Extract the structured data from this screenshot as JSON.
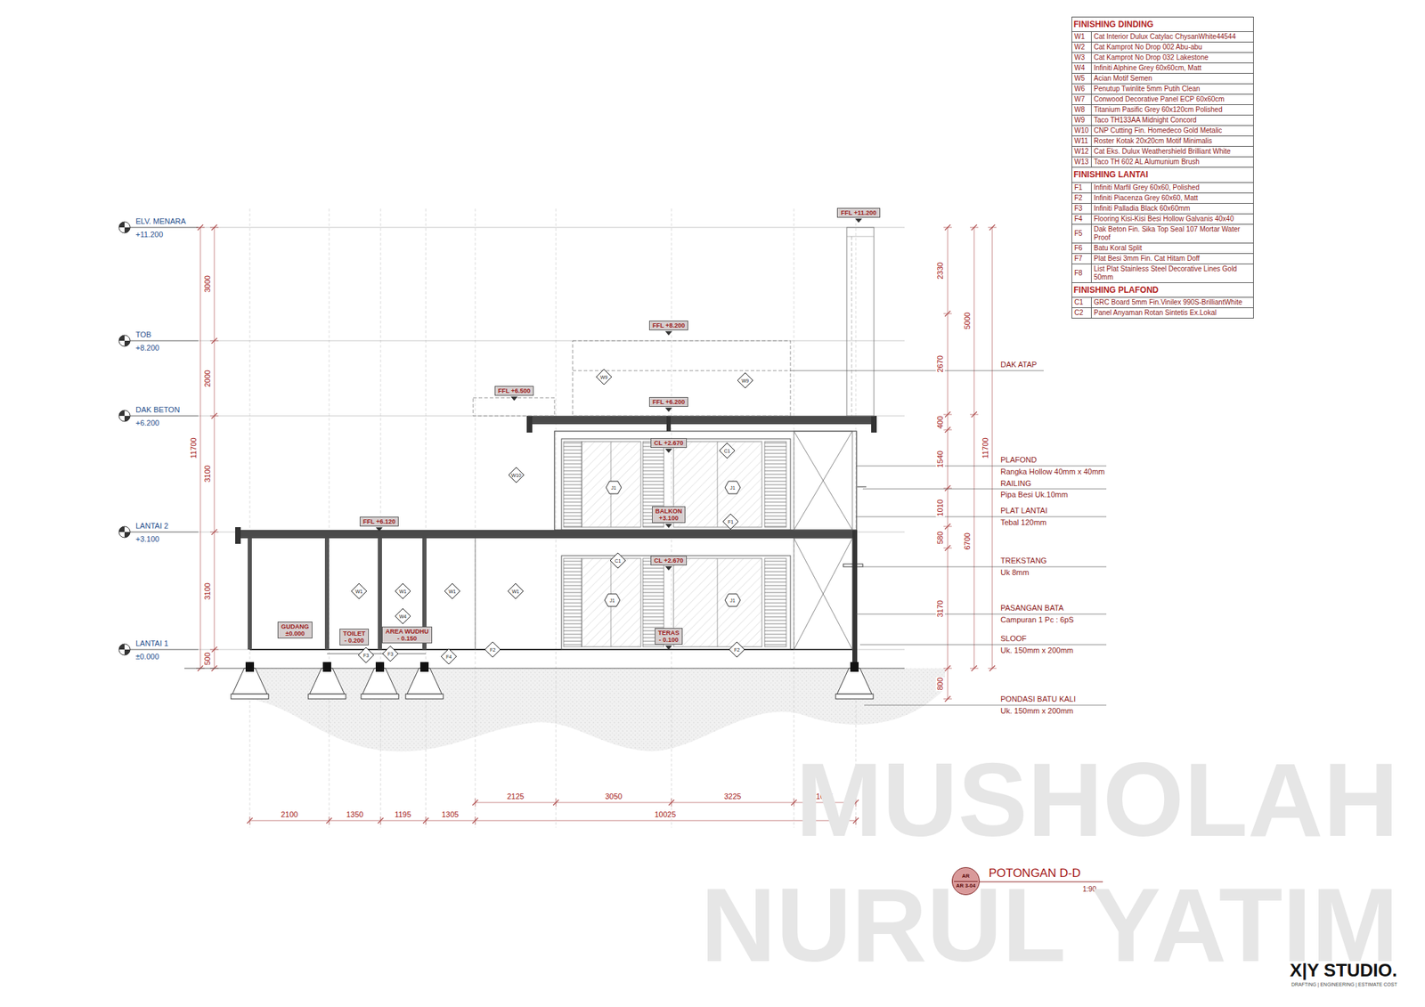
{
  "diagram": {
    "title": "POTONGAN D-D",
    "nodes": [
      {
        "text": [
          "FFL +11.200"
        ]
      },
      {
        "text": [
          "FFL +8.200"
        ]
      },
      {
        "text": [
          "W9"
        ]
      },
      {
        "text": [
          "W9"
        ]
      },
      {
        "text": [
          "FFL +6.500"
        ]
      },
      {
        "text": [
          "FFL +6.200"
        ]
      },
      {
        "text": [
          "CL +2.670"
        ]
      },
      {
        "text": [
          "C1"
        ]
      },
      {
        "text": [
          "W10"
        ]
      },
      {
        "text": [
          "J1"
        ]
      },
      {
        "text": [
          "J1"
        ]
      },
      {
        "text": [
          "BALKON",
          "+3.100"
        ]
      },
      {
        "text": [
          "FFL +6.120"
        ]
      },
      {
        "text": [
          "F1"
        ]
      },
      {
        "text": [
          "CL +2.670"
        ]
      },
      {
        "text": [
          "C1"
        ]
      },
      {
        "text": [
          "W1"
        ]
      },
      {
        "text": [
          "W1"
        ]
      },
      {
        "text": [
          "W1"
        ]
      },
      {
        "text": [
          "W1"
        ]
      },
      {
        "text": [
          "J1"
        ]
      },
      {
        "text": [
          "J1"
        ]
      },
      {
        "text": [
          "W4"
        ]
      },
      {
        "text": [
          "GUDANG",
          "±0.000"
        ]
      },
      {
        "text": [
          "AREA WUDHU",
          "- 0.150"
        ]
      },
      {
        "text": [
          "TERAS",
          "- 0.100"
        ]
      },
      {
        "text": [
          "TOILET",
          "- 0.200"
        ]
      },
      {
        "text": [
          "F3"
        ]
      },
      {
        "text": [
          "F3"
        ]
      },
      {
        "text": [
          "F2"
        ]
      },
      {
        "text": [
          "F4"
        ]
      },
      {
        "text": [
          "F2"
        ]
      },
      {
        "text": [
          "AR",
          "AR 3-04"
        ]
      }
    ],
    "labels": [
      "FINISHING DINDING",
      "W1",
      "Cat Interior Dulux Catylac ChysanWhite44544",
      "W2",
      "Cat Kamprot No Drop 002 Abu-abu",
      "W3",
      "Cat Kamprot No Drop 032 Lakestone",
      "W4",
      "Infiniti Alphine Grey 60x60cm, Matt",
      "W5",
      "Acian Motif Semen",
      "W6",
      "Penutup Twinlite 5mm Putih Clean",
      "W7",
      "Conwood Decorative Panel ECP 60x60cm",
      "W8",
      "Titanium Pasific Grey 60x120cm Polished",
      "W9",
      "Taco TH133AA Midnight Concord",
      "W10",
      "CNP Cutting Fin. Homedeco Gold Metalic",
      "W11",
      "Roster Kotak 20x20cm Motif Minimalis",
      "W12",
      "Cat Eks. Dulux Weathershield Brilliant White",
      "W13",
      "Taco TH 602 AL Alumunium Brush",
      "FINISHING LANTAI",
      "F1",
      "Infiniti Marfil Grey 60x60, Polished",
      "F2",
      "Infiniti Piacenza Grey 60x60, Matt",
      "F3",
      "Infiniti Palladia Black 60x60mm",
      "F4",
      "Flooring Kisi-Kisi Besi Hollow Galvanis 40x40",
      "F5",
      "Dak Beton Fin. Sika Top Seal 107 Mortar Water Proof",
      "F6",
      "Batu Koral Split",
      "F7",
      "Plat Besi 3mm Fin. Cat Hitam Doff",
      "F8",
      "List Plat Stainless Steel Decorative Lines Gold 50mm",
      "FINISHING PLAFOND",
      "C1",
      "GRC Board 5mm Fin.Vinilex 990S-BrilliantWhite",
      "C2",
      "Panel Anyaman Rotan Sintetis Ex.Lokal",
      "ELV. MENARA",
      "+11.200",
      "TOB",
      "+8.200",
      "DAK BETON",
      "+6.200",
      "LANTAI 2",
      "+3.100",
      "LANTAI 1",
      "±0.000",
      "3000",
      "2000",
      "3100",
      "3100",
      "500",
      "11700",
      "2330",
      "2670",
      "400",
      "1540",
      "1010",
      "580",
      "3170",
      "800",
      "5000",
      "6700",
      "11700",
      "DAK ATAP",
      "PLAFOND",
      "Rangka Hollow 40mm x 40mm",
      "RAILING",
      "Pipa Besi Uk.10mm",
      "PLAT LANTAI",
      "Tebal 120mm",
      "TREKSTANG",
      "Uk 8mm",
      "PASANGAN BATA",
      "Campuran 1 Pc : 6pS",
      "SLOOF",
      "Uk. 150mm x 200mm",
      "PONDASI BATU KALI",
      "Uk. 150mm x 200mm",
      "2125",
      "3050",
      "3225",
      "1625",
      "2100",
      "1350",
      "1195",
      "1305",
      "10025",
      "1:90",
      "MUSHOLAH",
      "NURUL YATIM",
      "X|Y STUDIO.",
      "DRAFTING | ENGINEERING | ESTIMATE COST"
    ]
  }
}
